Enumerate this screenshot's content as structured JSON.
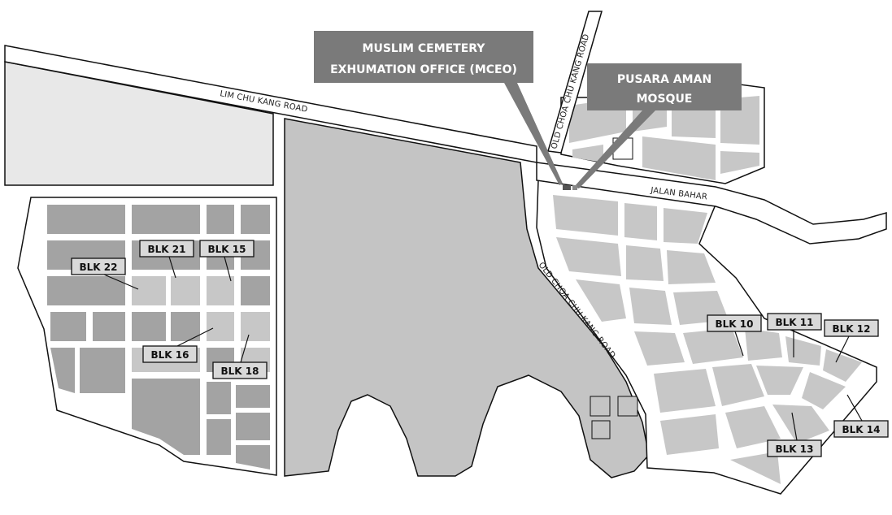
{
  "roads": {
    "lim_chu_kang": "LIM CHU KANG ROAD",
    "old_choa_north": "OLD CHOA CHU KANG ROAD",
    "old_choa_south": "OLD CHOA CHU KANG ROAD",
    "jalan_bahar": "JALAN BAHAR"
  },
  "callouts": {
    "mceo": {
      "line1": "MUSLIM CEMETERY",
      "line2": "EXHUMATION OFFICE (MCEO)"
    },
    "mosque": {
      "line1": "PUSARA AMAN",
      "line2": "MOSQUE"
    }
  },
  "blocks": {
    "blk22": "BLK 22",
    "blk21": "BLK 21",
    "blk15": "BLK 15",
    "blk16": "BLK 16",
    "blk18": "BLK 18",
    "blk10": "BLK 10",
    "blk11": "BLK 11",
    "blk12": "BLK 12",
    "blk13": "BLK 13",
    "blk14": "BLK 14"
  },
  "colors": {
    "block_dark": "#a3a3a3",
    "block_light": "#c7c7c7",
    "road": "#ffffff",
    "outline": "#111111",
    "callout_bg": "#7a7a7a"
  }
}
